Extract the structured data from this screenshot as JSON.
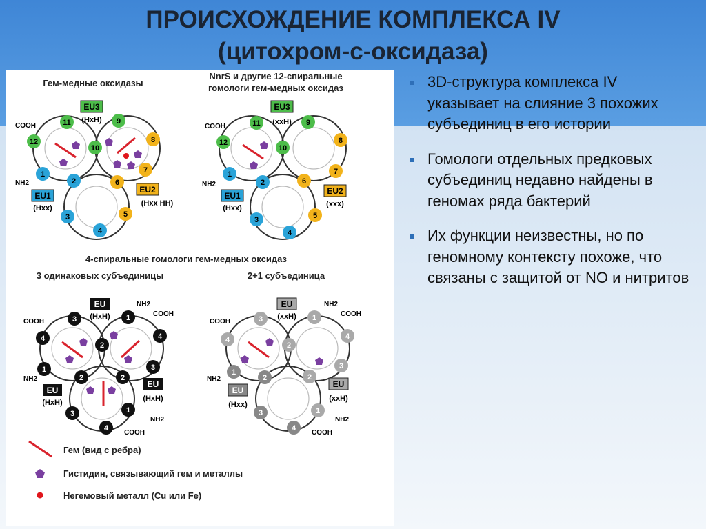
{
  "slide": {
    "title_line1": "ПРОИСХОЖДЕНИЕ КОМПЛЕКСА IV",
    "title_line2": "(цитохром-с-оксидаза)",
    "bullets": [
      "3D-структура комплекса IV указывает на слияние 3 похожих субъединиц в его истории",
      "Гомологи отдельных предковых субъединиц недавно найдены в геномах ряда бактерий",
      "Их функции неизвестны, но по геномному контексту похоже, что связаны с защитой от NO и нитритов"
    ],
    "colors": {
      "header_blue": "#4a90d9",
      "bullet_blue": "#2e6fb8",
      "helix_green": "#4dbd4a",
      "helix_blue": "#2aa3d8",
      "helix_yellow": "#f2b31b",
      "helix_black": "#111111",
      "helix_gray": "#a9a9a9",
      "heme_red": "#d9232d",
      "histidine_purple": "#7a3fa0",
      "metal_red": "#e0161c"
    }
  },
  "diagram": {
    "top_left_title": "Гем-медные оксидазы",
    "top_right_title_l1": "NnrS и другие 12-спиральные",
    "top_right_title_l2": "гомологи гем-медных оксидаз",
    "middle_title": "4-спиральные гомологи гем-медных оксидаз",
    "bottom_left_title": "3 одинаковых субъединицы",
    "bottom_right_title": "2+1 субъединица",
    "cooh": "COOH",
    "nh2": "NH2",
    "eu1": "EU1",
    "eu2": "EU2",
    "eu3": "EU3",
    "eu": "EU",
    "hxh": "(HxH)",
    "xxh_lower": "(xxH)",
    "hxx": "(Hxx)",
    "hxx_hh": "(Hxx  HH)",
    "xxx": "(xxx)",
    "legend_heme": "Гем (вид с ребра)",
    "legend_histidine": "Гистидин, связывающий гем и металлы",
    "legend_metal": "Негемовый металл (Cu или Fe)"
  }
}
